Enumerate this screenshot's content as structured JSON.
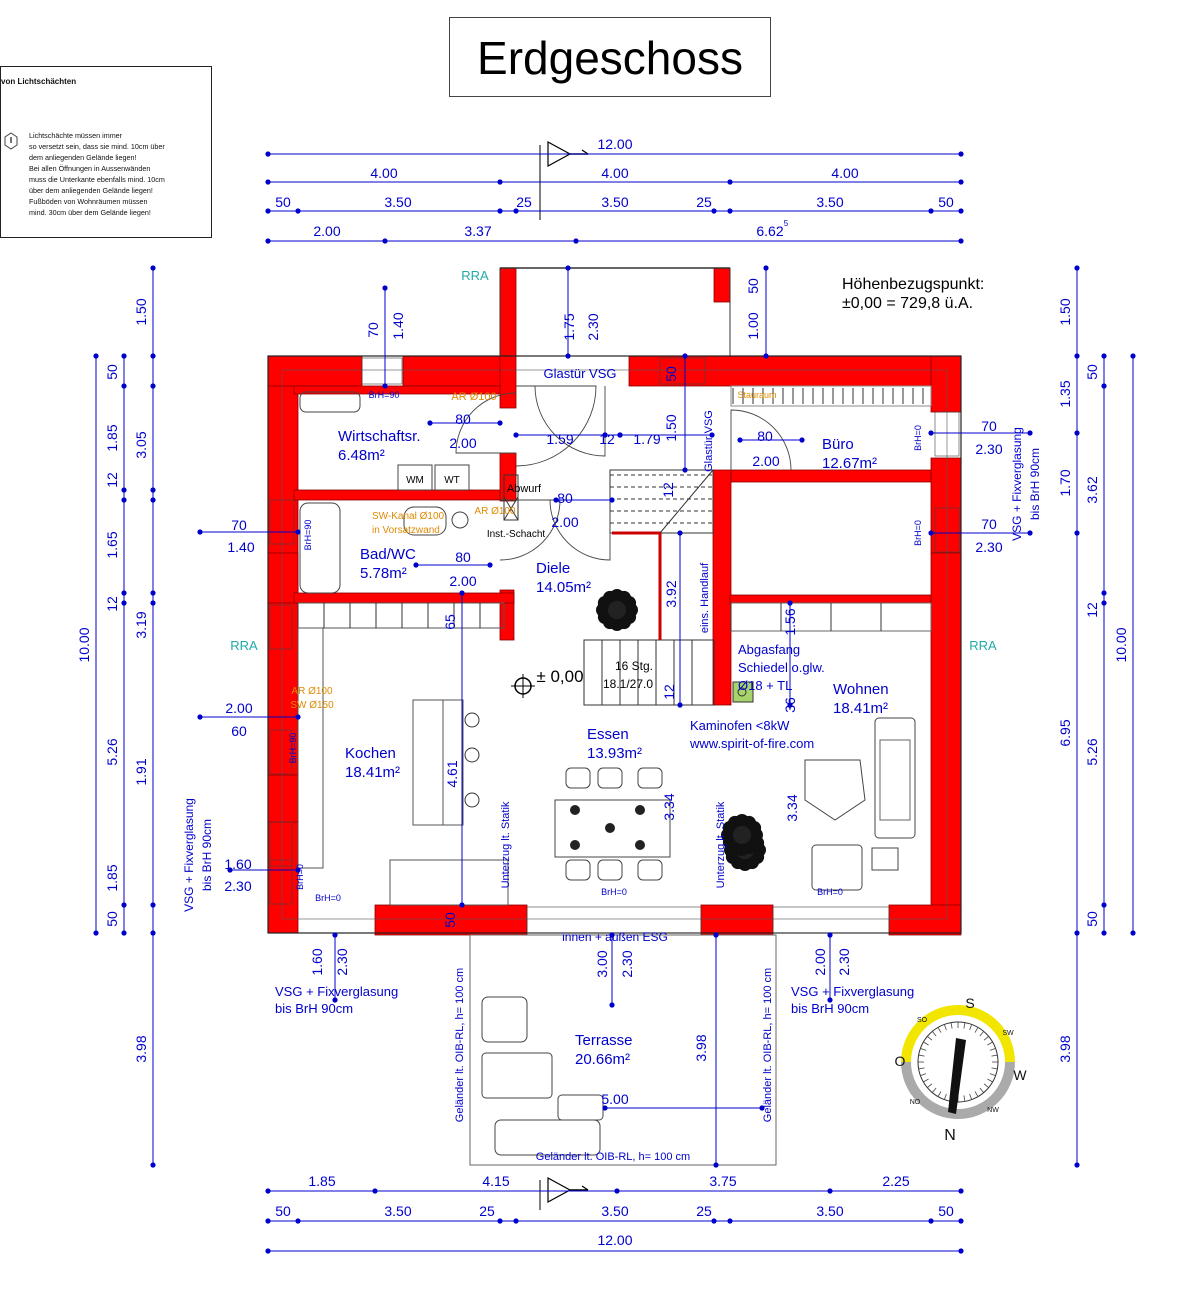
{
  "title": "Erdgeschoss",
  "reference_point": {
    "label": "Höhenbezugspunkt:",
    "value": "±0,00 = 729,8 ü.A."
  },
  "note_box": {
    "heading": "von Lichtschächten",
    "lines": [
      "Lichtschächte müssen immer",
      "so versetzt sein, dass sie mind. 10cm über",
      "dem anliegenden Gelände liegen!",
      "Bei allen Öffnungen in Aussenwänden",
      "muss die Unterkante ebenfalls mind. 10cm",
      "über dem anliegenden Gelände liegen!",
      "Fußböden von Wohnräumen müssen",
      "mind. 30cm über dem Gelände liegen!"
    ]
  },
  "rooms": {
    "wirtschaftsraum": {
      "name": "Wirtschaftsr.",
      "area": "6.48m²"
    },
    "bad": {
      "name": "Bad/WC",
      "area": "5.78m²"
    },
    "diele": {
      "name": "Diele",
      "area": "14.05m²"
    },
    "buero": {
      "name": "Büro",
      "area": "12.67m²"
    },
    "kochen": {
      "name": "Kochen",
      "area": "18.41m²"
    },
    "essen": {
      "name": "Essen",
      "area": "13.93m²"
    },
    "wohnen": {
      "name": "Wohnen",
      "area": "18.41m²"
    },
    "terrasse": {
      "name": "Terrasse",
      "area": "20.66m²"
    }
  },
  "labels": {
    "glastuer": "Glastür VSG",
    "glastuer_vsg": "Glastür VSG",
    "ar_100_top": "AR Ø100",
    "ar_100_bad": "AR Ø100",
    "sw_kanal": "SW-Kanal Ø100",
    "in_vorsatzwand": "in Vorsatzwand",
    "abwurf": "Abwurf",
    "inst_schacht": "Inst.-Schacht",
    "wm": "WM",
    "wt": "WT",
    "ar_kitchen1": "AR Ø100",
    "ar_kitchen2": "SW Ø150",
    "level": "± 0,00",
    "stairs_steps": "16 Stg.",
    "stairs_ratio": "18.1/27.0",
    "handlauf": "eins. Handlauf",
    "abgasfang1": "Abgasfang",
    "abgasfang2": "Schiedel o.glw.",
    "abgasfang3": "Ø18 + TL",
    "kaminofen1": "Kaminofen <8kW",
    "kaminofen2": "www.spirit-of-fire.com",
    "unterzug_left": "Unterzug lt. Statik",
    "unterzug_right": "Unterzug lt. Statik",
    "innen_aussen_esg": "innen + außen ESG",
    "gelaender_bottom": "Geländer lt. OIB-RL, h= 100 cm",
    "gelaender_left": "Geländer lt. OIB-RL, h= 100 cm",
    "gelaender_right": "Geländer lt. OIB-RL, h= 100 cm",
    "vsg_left_vert1": "VSG + Fixverglasung",
    "vsg_left_vert2": "bis BrH 90cm",
    "vsg_right_vert1": "VSG + Fixverglasung",
    "vsg_right_vert2": "bis BrH 90cm",
    "vsg_bl1": "VSG + Fixverglasung",
    "vsg_bl2": "bis BrH 90cm",
    "vsg_br1": "VSG + Fixverglasung",
    "vsg_br2": "bis BrH 90cm",
    "rra_top": "RRA",
    "rra_left": "RRA",
    "rra_right": "RRA",
    "brh_wirtschaft": "BrH=90",
    "brh_bad": "BrH=90",
    "brh_kochen1": "BrH=90",
    "brh_kochen2": "BrH=0",
    "brh_kochen3": "BrH=0",
    "brh_essen": "BrH=0",
    "brh_wohnen": "BrH=0",
    "brh_buero1": "BrH=0",
    "brh_buero2": "BrH=0",
    "abstellraum": "Stauraum"
  },
  "dimensions": {
    "top_total": "12.00",
    "top_4a": "4.00",
    "top_4b": "4.00",
    "top_4c": "4.00",
    "top_50a": "50",
    "top_350a": "3.50",
    "top_25a": "25",
    "top_350b": "3.50",
    "top_25b": "25",
    "top_350c": "3.50",
    "top_50b": "50",
    "top_200": "2.00",
    "top_337": "3.37",
    "top_6625": "6.62",
    "top_6625_sup": "5",
    "bot_185": "1.85",
    "bot_415": "4.15",
    "bot_375": "3.75",
    "bot_225": "2.25",
    "bot_50a": "50",
    "bot_350a": "3.50",
    "bot_25a": "25",
    "bot_350b": "3.50",
    "bot_25b": "25",
    "bot_350c": "3.50",
    "bot_50b": "50",
    "bot_total": "12.00",
    "left_150": "1.50",
    "left_50a": "50",
    "left_185a": "1.85",
    "left_12a": "12",
    "left_165": "1.65",
    "left_12b": "12",
    "left_526": "5.26",
    "left_185b": "1.85",
    "left_50b": "50",
    "left_305": "3.05",
    "left_319": "3.19",
    "left_191": "1.91",
    "left_1000": "10.00",
    "left_398": "3.98",
    "right_150": "1.50",
    "right_135": "1.35",
    "right_170": "1.70",
    "right_695": "6.95",
    "right_50a": "50",
    "right_362": "3.62",
    "right_12": "12",
    "right_526": "5.26",
    "right_50b": "50",
    "right_1000": "10.00",
    "right_398": "3.98",
    "w_70_140_top_a": "70",
    "w_70_140_top_b": "1.40",
    "w_175": "1.75",
    "w_230_top": "2.30",
    "w_50_top": "50",
    "w_100_top": "1.00",
    "w_50_buero": "50",
    "w_150_buero": "1.50",
    "w_bad_70": "70",
    "w_bad_140": "1.40",
    "w_kochen_200": "2.00",
    "w_kochen_60": "60",
    "w_kochen_160": "1.60",
    "w_kochen_230": "2.30",
    "w_buero_70a": "70",
    "w_buero_230a": "2.30",
    "w_buero_70b": "70",
    "w_buero_230b": "2.30",
    "d_80_wr": "80",
    "d_200_wr": "2.00",
    "d_159": "1.59",
    "d_12": "12",
    "d_179": "1.79",
    "d_80_buero": "80",
    "d_200_buero": "2.00",
    "d_80_diele": "80",
    "d_200_diele": "2.00",
    "d_80_bad": "80",
    "d_200_bad": "2.00",
    "d_65": "65",
    "d_392": "3.92",
    "d_12_stair": "12",
    "d_12_stair2": "12",
    "d_156": "1.56",
    "d_36": "36",
    "d_461": "4.61",
    "d_334a": "3.34",
    "d_334b": "3.34",
    "d_50_bot": "50",
    "d_160_bot": "1.60",
    "d_230_bot": "2.30",
    "d_300": "3.00",
    "d_230_mid": "2.30",
    "d_200_br": "2.00",
    "d_230_br": "2.30",
    "d_398_terr": "3.98",
    "d_500": "5.00"
  },
  "compass": {
    "n": "N",
    "s": "S",
    "o": "O",
    "w": "W",
    "sw": "SW",
    "so": "SO",
    "no": "NO",
    "nw": "NW"
  },
  "colors": {
    "wall": "#ff0000",
    "dim": "#0000cc",
    "annotation": "#e08a00",
    "rra": "#22aaaa",
    "compass_sun": "#f2e600"
  }
}
